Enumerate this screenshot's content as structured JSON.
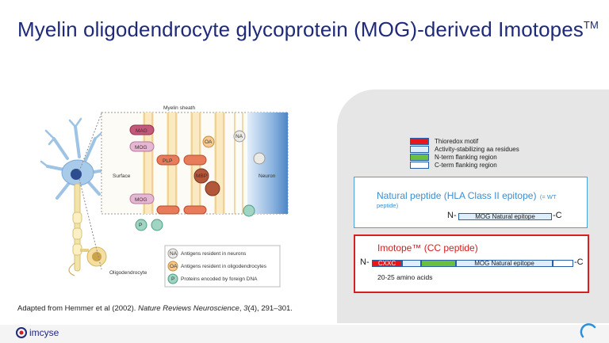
{
  "slide": {
    "title": "Myelin oligodendrocyte glycoprotein (MOG)-derived Imotopes",
    "title_sup": "TM"
  },
  "figure": {
    "myelin_sheath_label": "Myelin sheath",
    "surface_label": "Surface",
    "neuron_label": "Neuron",
    "oligodendrocyte_label": "Oligodendrocyte",
    "proteins": {
      "mag": "MAG",
      "mog1": "MOG",
      "mog2": "MOG",
      "plp": "PLP",
      "mbp": "MBP",
      "oa": "OA",
      "na": "NA",
      "p": "P"
    },
    "key": [
      {
        "badge": "NA",
        "text": "Antigens resident in neurons"
      },
      {
        "badge": "OA",
        "text": "Antigens resident in oligodendrocytes"
      },
      {
        "badge": "P",
        "text": "Proteins encoded by foreign DNA"
      }
    ]
  },
  "legend": [
    {
      "label": "Thioredox motif",
      "color": "#e8151a"
    },
    {
      "label": "Activity-stabilizing aa residues",
      "color": "#ddeefa"
    },
    {
      "label": "N-term flanking region",
      "color": "#6abf3f"
    },
    {
      "label": "C-term flanking region",
      "color": "#ffffff"
    }
  ],
  "natural_peptide": {
    "title": "Natural peptide (HLA Class II epitope)",
    "note_part1": "(= WT",
    "note_part2": "peptide)",
    "n_label": "N-",
    "c_label": "-C",
    "epitope": "MOG Natural epitope"
  },
  "imotope": {
    "title": "Imotope™ (CC peptide)",
    "n_label": "N-",
    "c_label": "-C",
    "motif": "CXXC",
    "epitope": "MOG Natural epitope",
    "length": "20-25 amino acids"
  },
  "caption": {
    "prefix": "Adapted from Hemmer et al (2002). ",
    "journal": "Nature Reviews Neuroscience",
    "sep1": ", ",
    "volume": "3",
    "issue": "(4), 291–301."
  },
  "footer": {
    "logo_text": "imcyse"
  }
}
